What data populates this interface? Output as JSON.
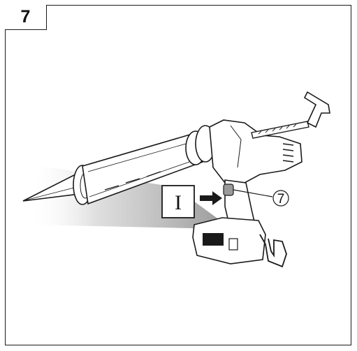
{
  "figure": {
    "step_number": "7",
    "mode_label": "I",
    "callout_number": "7"
  },
  "colors": {
    "line": "#1a1a1a",
    "shadow": "#b5b5b5",
    "switch_highlight": "#9a9a9a"
  },
  "icons": {
    "arrow": "arrow-right-icon",
    "callout": "circled-number-icon"
  }
}
